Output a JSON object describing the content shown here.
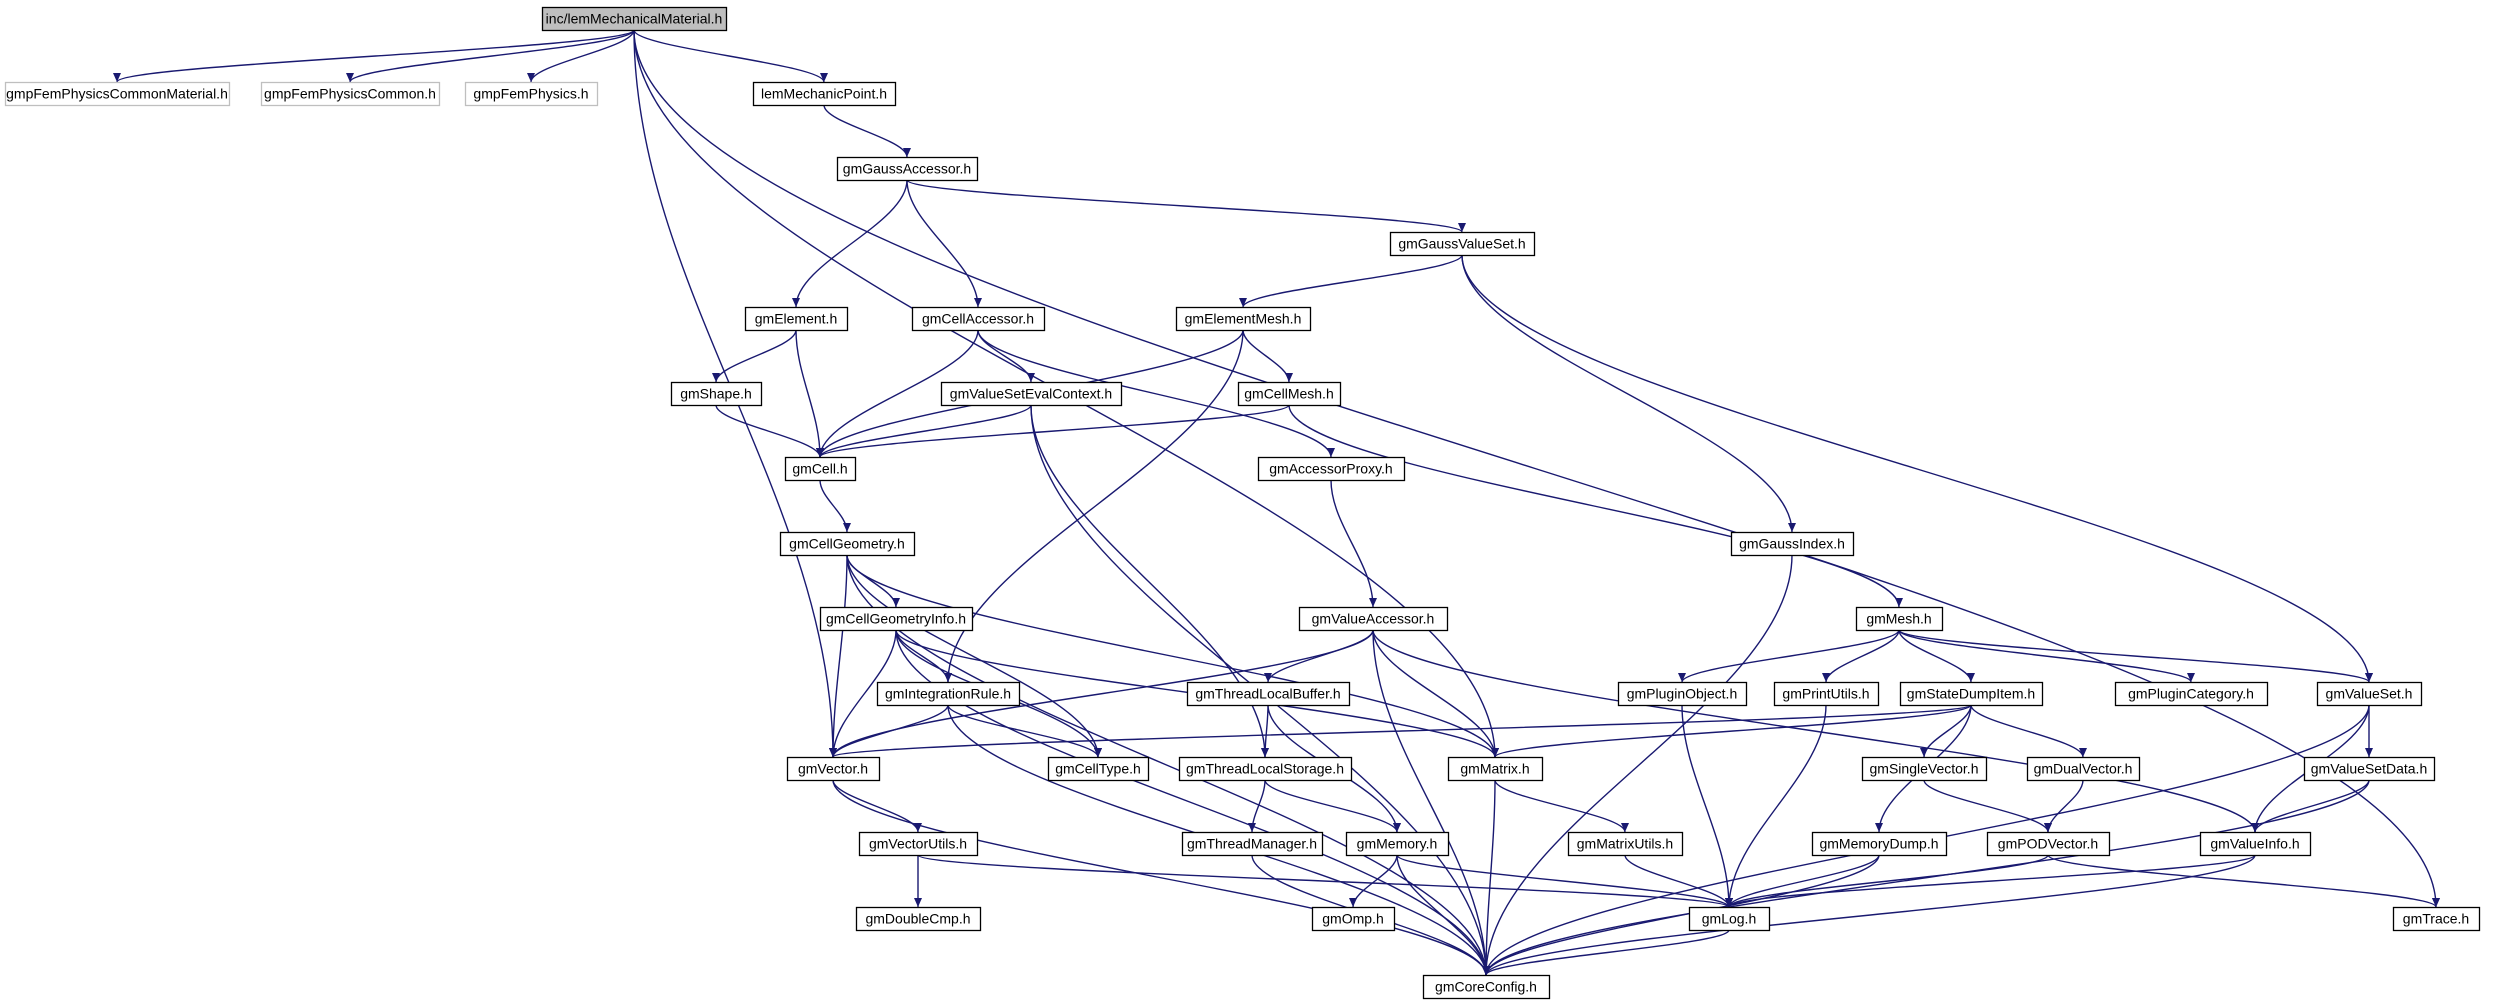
{
  "diagram": {
    "type": "include-dependency-graph",
    "colors": {
      "edge": "#191970",
      "box_border": "#000000",
      "box_border_missing": "#bfbfbf",
      "root_fill": "#bfbfbf",
      "box_fill": "#ffffff",
      "text": "#000000"
    },
    "nodes": [
      {
        "id": "root",
        "label": "inc/lemMechanicalMaterial.h",
        "root": true
      },
      {
        "id": "commonMaterial",
        "label": "gmpFemPhysicsCommonMaterial.h",
        "missing": true
      },
      {
        "id": "physicsCommon",
        "label": "gmpFemPhysicsCommon.h",
        "missing": true
      },
      {
        "id": "femPhysics",
        "label": "gmpFemPhysics.h",
        "missing": true
      },
      {
        "id": "mechanicPoint",
        "label": "lemMechanicPoint.h"
      },
      {
        "id": "gaussAccessor",
        "label": "gmGaussAccessor.h"
      },
      {
        "id": "gaussValueSet",
        "label": "gmGaussValueSet.h"
      },
      {
        "id": "element",
        "label": "gmElement.h"
      },
      {
        "id": "cellAccessor",
        "label": "gmCellAccessor.h"
      },
      {
        "id": "elementMesh",
        "label": "gmElementMesh.h"
      },
      {
        "id": "shape",
        "label": "gmShape.h"
      },
      {
        "id": "valueSetEval",
        "label": "gmValueSetEvalContext.h"
      },
      {
        "id": "cellMesh",
        "label": "gmCellMesh.h"
      },
      {
        "id": "cell",
        "label": "gmCell.h"
      },
      {
        "id": "accessorProxy",
        "label": "gmAccessorProxy.h"
      },
      {
        "id": "gaussIndex",
        "label": "gmGaussIndex.h"
      },
      {
        "id": "cellGeometry",
        "label": "gmCellGeometry.h"
      },
      {
        "id": "cellGeometryInfo",
        "label": "gmCellGeometryInfo.h"
      },
      {
        "id": "valueAccessor",
        "label": "gmValueAccessor.h"
      },
      {
        "id": "mesh",
        "label": "gmMesh.h"
      },
      {
        "id": "integrationRule",
        "label": "gmIntegrationRule.h"
      },
      {
        "id": "threadLocalBuffer",
        "label": "gmThreadLocalBuffer.h"
      },
      {
        "id": "pluginObject",
        "label": "gmPluginObject.h"
      },
      {
        "id": "printUtils",
        "label": "gmPrintUtils.h"
      },
      {
        "id": "stateDumpItem",
        "label": "gmStateDumpItem.h"
      },
      {
        "id": "pluginCategory",
        "label": "gmPluginCategory.h"
      },
      {
        "id": "valueSet",
        "label": "gmValueSet.h"
      },
      {
        "id": "vector",
        "label": "gmVector.h"
      },
      {
        "id": "cellType",
        "label": "gmCellType.h"
      },
      {
        "id": "threadLocalStorage",
        "label": "gmThreadLocalStorage.h"
      },
      {
        "id": "matrix",
        "label": "gmMatrix.h"
      },
      {
        "id": "singleVector",
        "label": "gmSingleVector.h"
      },
      {
        "id": "dualVector",
        "label": "gmDualVector.h"
      },
      {
        "id": "valueSetData",
        "label": "gmValueSetData.h"
      },
      {
        "id": "vectorUtils",
        "label": "gmVectorUtils.h"
      },
      {
        "id": "threadManager",
        "label": "gmThreadManager.h"
      },
      {
        "id": "memory",
        "label": "gmMemory.h"
      },
      {
        "id": "matrixUtils",
        "label": "gmMatrixUtils.h"
      },
      {
        "id": "memoryDump",
        "label": "gmMemoryDump.h"
      },
      {
        "id": "podVector",
        "label": "gmPODVector.h"
      },
      {
        "id": "valueInfo",
        "label": "gmValueInfo.h"
      },
      {
        "id": "doubleCmp",
        "label": "gmDoubleCmp.h"
      },
      {
        "id": "omp",
        "label": "gmOmp.h"
      },
      {
        "id": "log",
        "label": "gmLog.h"
      },
      {
        "id": "trace",
        "label": "gmTrace.h"
      },
      {
        "id": "coreConfig",
        "label": "gmCoreConfig.h"
      }
    ],
    "edges": [
      [
        "root",
        "commonMaterial"
      ],
      [
        "root",
        "physicsCommon"
      ],
      [
        "root",
        "femPhysics"
      ],
      [
        "root",
        "mechanicPoint"
      ],
      [
        "root",
        "vector"
      ],
      [
        "root",
        "matrix"
      ],
      [
        "root",
        "trace"
      ],
      [
        "mechanicPoint",
        "gaussAccessor"
      ],
      [
        "gaussAccessor",
        "element"
      ],
      [
        "gaussAccessor",
        "cellAccessor"
      ],
      [
        "gaussAccessor",
        "gaussValueSet"
      ],
      [
        "gaussValueSet",
        "elementMesh"
      ],
      [
        "gaussValueSet",
        "gaussIndex"
      ],
      [
        "gaussValueSet",
        "valueSet"
      ],
      [
        "element",
        "shape"
      ],
      [
        "element",
        "cell"
      ],
      [
        "cellAccessor",
        "cell"
      ],
      [
        "cellAccessor",
        "valueSetEval"
      ],
      [
        "cellAccessor",
        "accessorProxy"
      ],
      [
        "elementMesh",
        "cell"
      ],
      [
        "elementMesh",
        "cellMesh"
      ],
      [
        "elementMesh",
        "integrationRule"
      ],
      [
        "shape",
        "cell"
      ],
      [
        "valueSetEval",
        "cell"
      ],
      [
        "valueSetEval",
        "threadLocalStorage"
      ],
      [
        "valueSetEval",
        "coreConfig"
      ],
      [
        "cellMesh",
        "cell"
      ],
      [
        "cellMesh",
        "mesh"
      ],
      [
        "cell",
        "cellGeometry"
      ],
      [
        "accessorProxy",
        "valueAccessor"
      ],
      [
        "gaussIndex",
        "coreConfig"
      ],
      [
        "cellGeometry",
        "cellGeometryInfo"
      ],
      [
        "cellGeometry",
        "vector"
      ],
      [
        "cellGeometry",
        "cellType"
      ],
      [
        "cellGeometry",
        "matrix"
      ],
      [
        "cellGeometry",
        "coreConfig"
      ],
      [
        "cellGeometryInfo",
        "integrationRule"
      ],
      [
        "cellGeometryInfo",
        "vector"
      ],
      [
        "cellGeometryInfo",
        "cellType"
      ],
      [
        "cellGeometryInfo",
        "matrix"
      ],
      [
        "cellGeometryInfo",
        "coreConfig"
      ],
      [
        "valueAccessor",
        "vector"
      ],
      [
        "valueAccessor",
        "threadLocalBuffer"
      ],
      [
        "valueAccessor",
        "matrix"
      ],
      [
        "valueAccessor",
        "valueInfo"
      ],
      [
        "valueAccessor",
        "coreConfig"
      ],
      [
        "mesh",
        "pluginObject"
      ],
      [
        "mesh",
        "printUtils"
      ],
      [
        "mesh",
        "stateDumpItem"
      ],
      [
        "mesh",
        "pluginCategory"
      ],
      [
        "mesh",
        "valueSet"
      ],
      [
        "integrationRule",
        "vector"
      ],
      [
        "integrationRule",
        "cellType"
      ],
      [
        "integrationRule",
        "coreConfig"
      ],
      [
        "threadLocalBuffer",
        "threadLocalStorage"
      ],
      [
        "threadLocalBuffer",
        "memory"
      ],
      [
        "pluginObject",
        "log"
      ],
      [
        "printUtils",
        "log"
      ],
      [
        "stateDumpItem",
        "vector"
      ],
      [
        "stateDumpItem",
        "matrix"
      ],
      [
        "stateDumpItem",
        "singleVector"
      ],
      [
        "stateDumpItem",
        "dualVector"
      ],
      [
        "stateDumpItem",
        "memoryDump"
      ],
      [
        "valueSet",
        "valueSetData"
      ],
      [
        "valueSet",
        "valueInfo"
      ],
      [
        "valueSet",
        "coreConfig"
      ],
      [
        "vector",
        "vectorUtils"
      ],
      [
        "vector",
        "coreConfig"
      ],
      [
        "threadLocalStorage",
        "threadManager"
      ],
      [
        "threadLocalStorage",
        "memory"
      ],
      [
        "matrix",
        "matrixUtils"
      ],
      [
        "matrix",
        "coreConfig"
      ],
      [
        "singleVector",
        "podVector"
      ],
      [
        "dualVector",
        "podVector"
      ],
      [
        "valueSetData",
        "valueInfo"
      ],
      [
        "valueSetData",
        "coreConfig"
      ],
      [
        "vectorUtils",
        "doubleCmp"
      ],
      [
        "vectorUtils",
        "log"
      ],
      [
        "threadManager",
        "coreConfig"
      ],
      [
        "memory",
        "omp"
      ],
      [
        "memory",
        "log"
      ],
      [
        "memory",
        "coreConfig"
      ],
      [
        "matrixUtils",
        "log"
      ],
      [
        "memoryDump",
        "log"
      ],
      [
        "memoryDump",
        "coreConfig"
      ],
      [
        "podVector",
        "log"
      ],
      [
        "podVector",
        "trace"
      ],
      [
        "valueInfo",
        "log"
      ],
      [
        "valueInfo",
        "coreConfig"
      ],
      [
        "log",
        "coreConfig"
      ]
    ]
  }
}
